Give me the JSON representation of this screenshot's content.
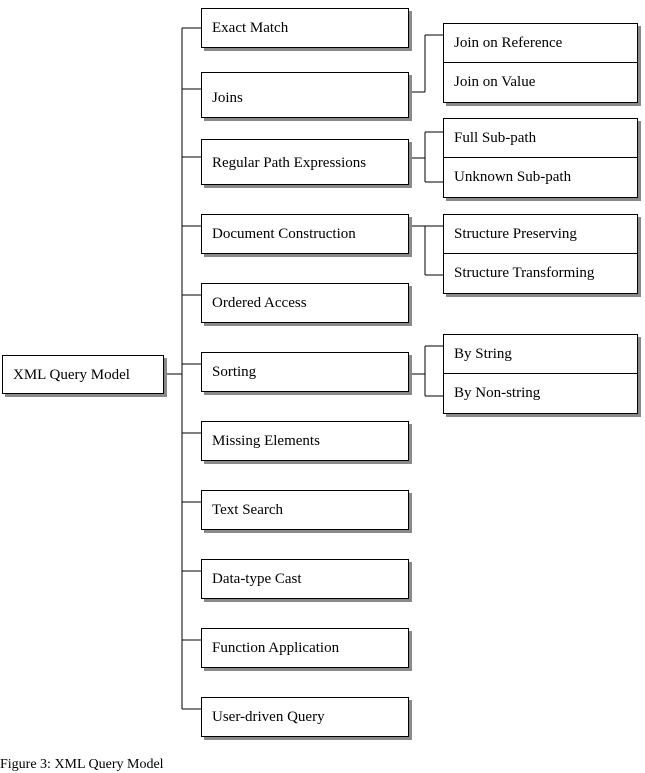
{
  "root": {
    "label": "XML Query Model"
  },
  "categories": [
    {
      "label": "Exact Match"
    },
    {
      "label": "Joins"
    },
    {
      "label": "Regular Path Expressions"
    },
    {
      "label": "Document Construction"
    },
    {
      "label": "Ordered Access"
    },
    {
      "label": "Sorting"
    },
    {
      "label": "Missing Elements"
    },
    {
      "label": "Text Search"
    },
    {
      "label": "Data-type Cast"
    },
    {
      "label": "Function Application"
    },
    {
      "label": "User-driven Query"
    }
  ],
  "subcategories": [
    {
      "parent": "Joins",
      "items": [
        "Join on Reference",
        "Join on Value"
      ]
    },
    {
      "parent": "Regular Path Expressions",
      "items": [
        "Full Sub-path",
        "Unknown Sub-path"
      ]
    },
    {
      "parent": "Document Construction",
      "items": [
        "Structure Preserving",
        "Structure Transforming"
      ]
    },
    {
      "parent": "Sorting",
      "items": [
        "By String",
        "By Non-string"
      ]
    }
  ],
  "caption": "Figure 3: XML Query Model"
}
